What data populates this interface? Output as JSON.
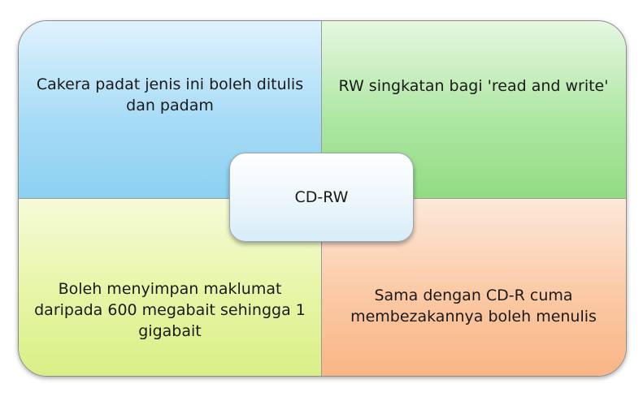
{
  "center": {
    "label": "CD-RW",
    "color": "#eef7fc"
  },
  "quadrants": {
    "top_left": {
      "text": "Cakera padat jenis ini boleh ditulis dan padam",
      "color": "#a8dcf6"
    },
    "top_right": {
      "text": "RW singkatan bagi 'read and write'",
      "color": "#aee7a2"
    },
    "bottom_left": {
      "text": "Boleh menyimpan maklumat daripada 600 megabait sehingga 1 gigabait",
      "color": "#e6f5a5"
    },
    "bottom_right": {
      "text": "Sama dengan CD-R cuma membezakannya boleh menulis",
      "color": "#fbc9a4"
    }
  }
}
